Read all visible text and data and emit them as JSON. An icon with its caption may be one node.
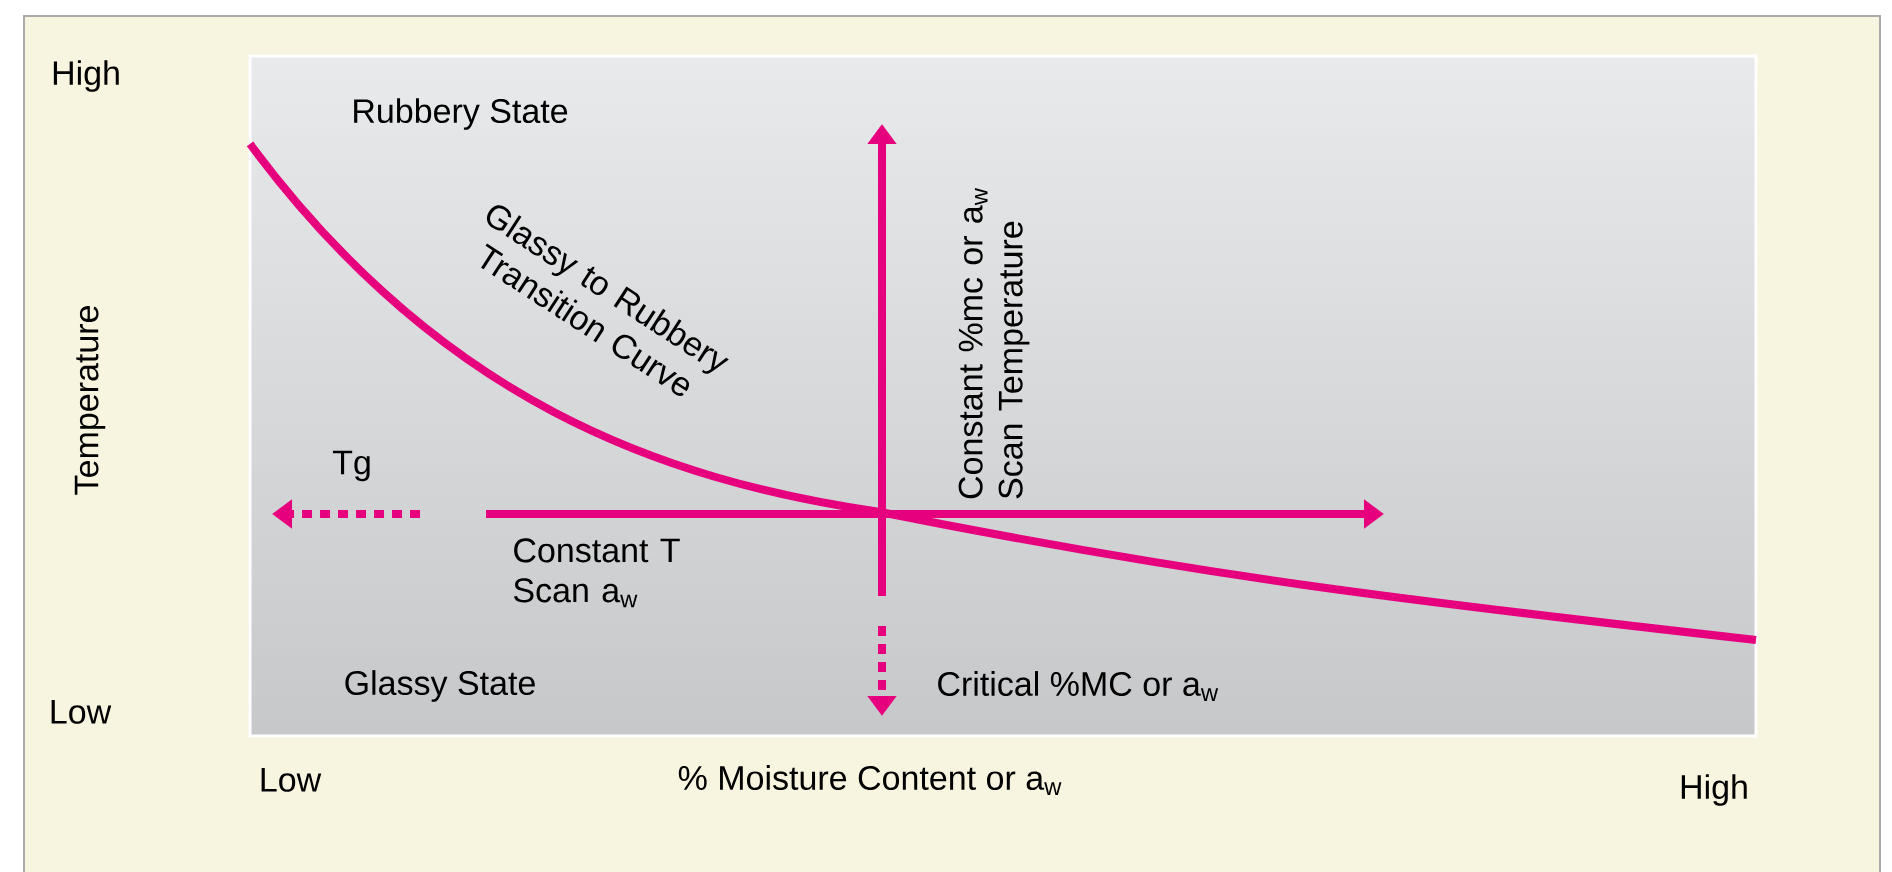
{
  "diagram": {
    "labels": [
      "High",
      "Rubbery State",
      "Glassy to Rubbery Transition Curve",
      "Constant %mc or a$_{w}$ Scan Temperature",
      "Temperature",
      "Tg",
      "Constant T Scan a$_{w}$",
      "Low",
      "Glassy State",
      "Critical %MC or a$_{w}$",
      "Low",
      "% Moisture Content or a$_{w}$",
      "High"
    ]
  }
}
